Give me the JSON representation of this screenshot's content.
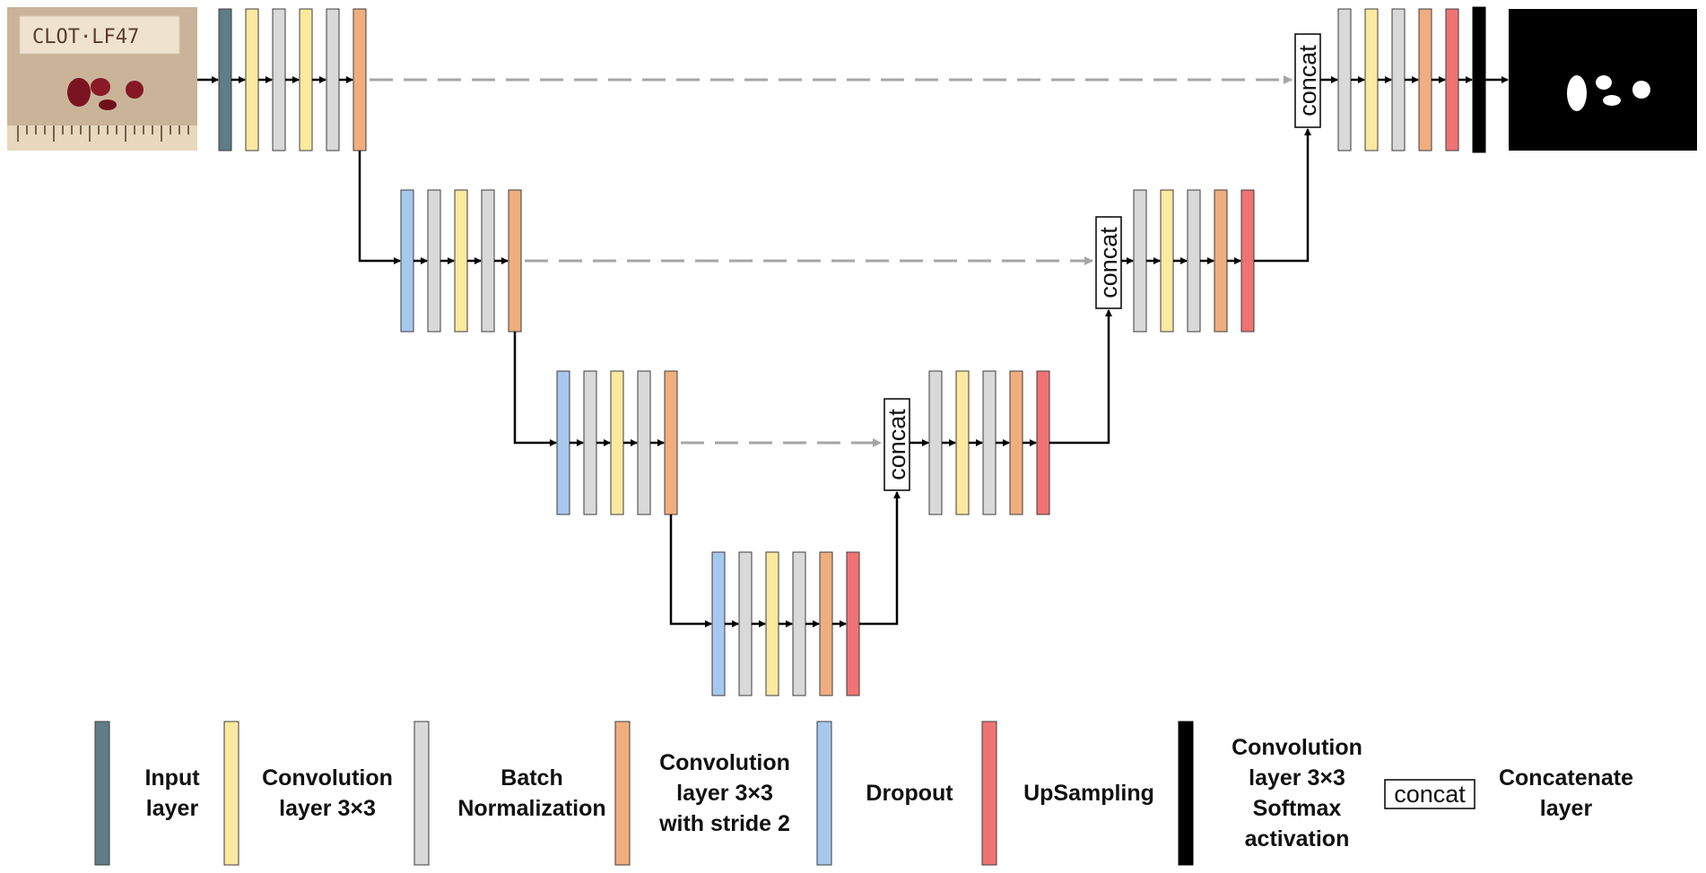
{
  "colors": {
    "input": "#5F7C87",
    "conv": "#FBE9A0",
    "batchnorm": "#D9D9D9",
    "conv_stride": "#F0AE7F",
    "dropout": "#A7C8EE",
    "upsampling": "#F07373",
    "softmax": "#000000",
    "skip_arrow": "#A6A6A6",
    "arrow": "#000000"
  },
  "input_image": {
    "label": "CLOT·LF47",
    "icon": "clot-photo"
  },
  "output_image": {
    "icon": "segmentation-mask"
  },
  "concat_label": "concat",
  "encoder": [
    {
      "level": 1,
      "layers": [
        "input",
        "conv",
        "batchnorm",
        "conv",
        "batchnorm",
        "conv_stride"
      ]
    },
    {
      "level": 2,
      "layers": [
        "dropout",
        "batchnorm",
        "conv",
        "batchnorm",
        "conv_stride"
      ]
    },
    {
      "level": 3,
      "layers": [
        "dropout",
        "batchnorm",
        "conv",
        "batchnorm",
        "conv_stride"
      ]
    }
  ],
  "bottleneck": {
    "layers": [
      "dropout",
      "batchnorm",
      "conv",
      "batchnorm",
      "conv_stride",
      "upsampling"
    ]
  },
  "decoder": [
    {
      "level": 3,
      "layers": [
        "batchnorm",
        "conv",
        "batchnorm",
        "conv_stride",
        "upsampling"
      ]
    },
    {
      "level": 2,
      "layers": [
        "batchnorm",
        "conv",
        "batchnorm",
        "conv_stride",
        "upsampling"
      ]
    },
    {
      "level": 1,
      "layers": [
        "batchnorm",
        "conv",
        "batchnorm",
        "conv_stride",
        "upsampling",
        "softmax"
      ]
    }
  ],
  "legend": [
    {
      "type": "input",
      "lines": [
        "Input",
        "layer"
      ]
    },
    {
      "type": "conv",
      "lines": [
        "Convolution",
        "layer 3×3"
      ]
    },
    {
      "type": "batchnorm",
      "lines": [
        "Batch",
        "Normalization"
      ]
    },
    {
      "type": "conv_stride",
      "lines": [
        "Convolution",
        "layer 3×3",
        "with stride 2"
      ]
    },
    {
      "type": "dropout",
      "lines": [
        "Dropout"
      ]
    },
    {
      "type": "upsampling",
      "lines": [
        "UpSampling"
      ]
    },
    {
      "type": "softmax",
      "lines": [
        "Convolution",
        "layer 3×3",
        "Softmax",
        "activation"
      ]
    },
    {
      "type": "concat",
      "box_label": "concat",
      "lines": [
        "Concatenate",
        "layer"
      ]
    }
  ]
}
